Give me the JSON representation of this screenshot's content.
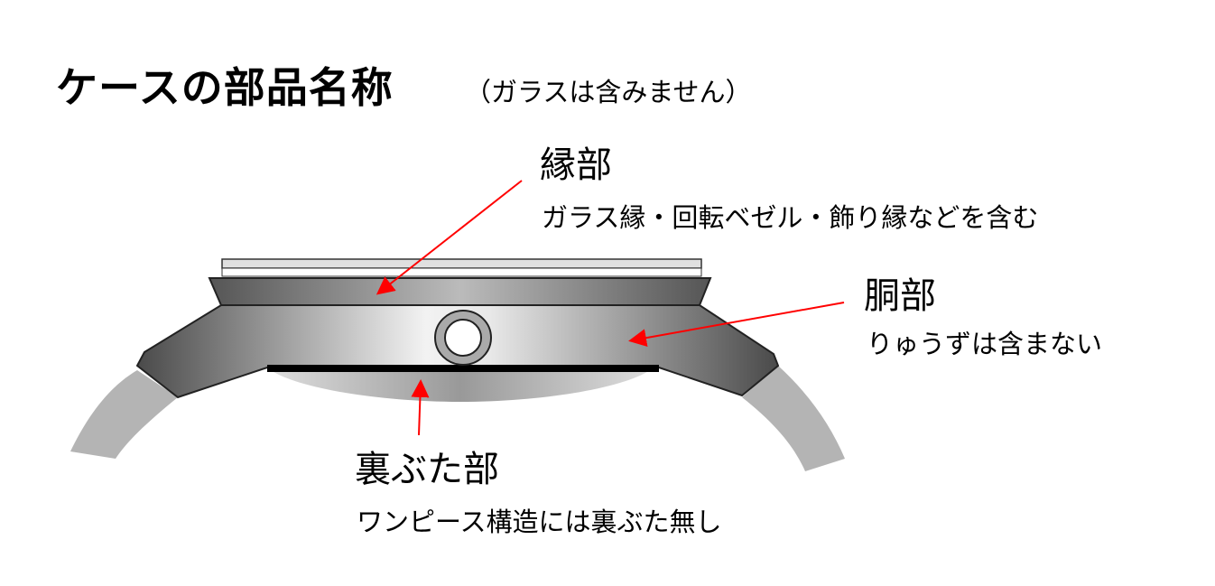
{
  "title": "ケースの部品名称",
  "subtitle": "（ガラスは含みません）",
  "parts": [
    {
      "name": "縁部",
      "note": "ガラス縁・回転ベゼル・飾り縁などを含む"
    },
    {
      "name": "胴部",
      "note": "りゅうずは含まない"
    },
    {
      "name": "裏ぶた部",
      "note": "ワンピース構造には裏ぶた無し"
    }
  ],
  "colors": {
    "arrow": "#ff0000",
    "strap": "#b4b4b4"
  }
}
